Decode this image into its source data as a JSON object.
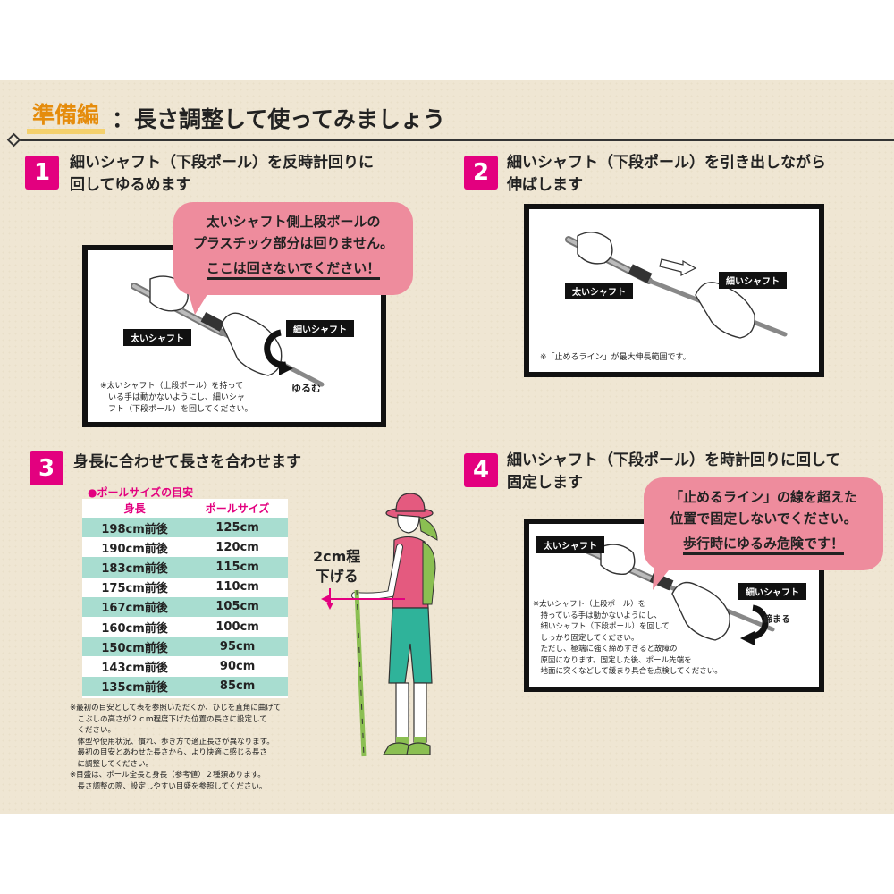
{
  "header": {
    "tag": "準備編",
    "title": "：長さ調整して使ってみましょう"
  },
  "steps": [
    {
      "number": "1",
      "text": "細いシャフト（下段ポール）を反時計回りに\n回してゆるめます",
      "callout": {
        "line1": "太いシャフト側上段ポールの",
        "line2": "プラスチック部分は回りません。",
        "line3": "ここは回さないでください！"
      },
      "labels": {
        "thick": "太いシャフト",
        "thin": "細いシャフト",
        "loosen": "ゆるむ"
      },
      "note": "※太いシャフト（上段ポール）を持って\n　いる手は動かないようにし、細いシャ\n　フト（下段ポール）を回してください。"
    },
    {
      "number": "2",
      "text": "細いシャフト（下段ポール）を引き出しながら\n伸ばします",
      "labels": {
        "thick": "太いシャフト",
        "thin": "細いシャフト"
      },
      "note": "※「止めるライン」が最大伸長範囲です。"
    },
    {
      "number": "3",
      "text": "身長に合わせて長さを合わせます",
      "table_title": "●ポールサイズの目安",
      "table_headers": [
        "身長",
        "ポールサイズ"
      ],
      "table_rows": [
        [
          "198cm前後",
          "125cm"
        ],
        [
          "190cm前後",
          "120cm"
        ],
        [
          "183cm前後",
          "115cm"
        ],
        [
          "175cm前後",
          "110cm"
        ],
        [
          "167cm前後",
          "105cm"
        ],
        [
          "160cm前後",
          "100cm"
        ],
        [
          "150cm前後",
          "95cm"
        ],
        [
          "143cm前後",
          "90cm"
        ],
        [
          "135cm前後",
          "85cm"
        ]
      ],
      "lower_label": "2cm程\n下げる",
      "note": "※最初の目安として表を参照いただくか、ひじを直角に曲げて\n　こぶしの高さが２ｃｍ程度下げた位置の長さに設定して\n　ください。\n　体型や使用状況、慣れ、歩き方で適正長さが異なります。\n　最初の目安とあわせた長さから、より快適に感じる長さ\n　に調整してください。\n※目盛は、ポール全長と身長（参考値）２種類あります。\n　長さ調整の際、設定しやすい目盛を参照してください。"
    },
    {
      "number": "4",
      "text": "細いシャフト（下段ポール）を時計回りに回して\n固定します",
      "callout": {
        "line1": "「止めるライン」の線を超えた",
        "line2": "位置で固定しないでください。",
        "line3": "歩行時にゆるみ危険です！"
      },
      "labels": {
        "thick": "太いシャフト",
        "thin": "細いシャフト",
        "tighten": "締まる"
      },
      "note": "※太いシャフト（上段ポール）を\n　持っている手は動かないようにし、\n　細いシャフト（下段ポール）を回して\n　しっかり固定してください。\n　ただし、極端に強く締めすぎると故障の\n　原因になります。固定した後、ポール先端を\n　地面に突くなどして緩まり具合を点検してください。"
    }
  ],
  "colors": {
    "accent_pink": "#e3007f",
    "callout_pink": "#ee8c9d",
    "title_orange": "#e58c0c",
    "table_teal": "#a8ddd0",
    "background": "#efe6d3"
  },
  "icons": [
    "counterclockwise-arrow-icon",
    "clockwise-arrow-icon",
    "right-arrow-icon",
    "diamond-bullet-icon"
  ]
}
